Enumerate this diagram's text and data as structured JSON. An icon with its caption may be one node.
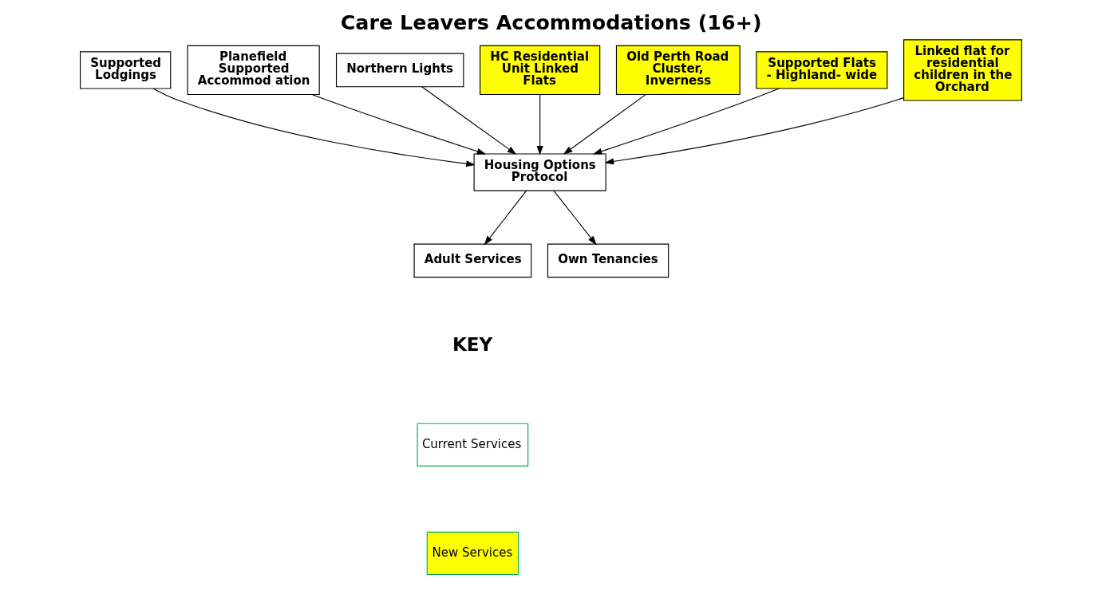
{
  "diagram": {
    "title": "Care Leavers Accommodations (16+)",
    "nodes": [
      {
        "text": [
          "Supported Lodgings"
        ]
      },
      {
        "text": [
          "Planefield Supported Accommod ation"
        ]
      },
      {
        "text": [
          "Northern Lights"
        ]
      },
      {
        "text": [
          "HC Residential Unit Linked Flats"
        ]
      },
      {
        "text": [
          "Old Perth Road Cluster, Inverness"
        ]
      },
      {
        "text": [
          "Supported Flats - Highland- wide"
        ]
      },
      {
        "text": [
          "Linked flat for residential children in the Orchard"
        ]
      },
      {
        "text": [
          "Housing Options Protocol"
        ]
      },
      {
        "text": [
          "Adult Services"
        ]
      },
      {
        "text": [
          "Own Tenancies"
        ]
      }
    ],
    "edges": [
      {
        "from": 0,
        "to": 7,
        "arrow": "to"
      },
      {
        "from": 1,
        "to": 7,
        "arrow": "to"
      },
      {
        "from": 2,
        "to": 7,
        "arrow": "to"
      },
      {
        "from": 3,
        "to": 7,
        "arrow": "to"
      },
      {
        "from": 4,
        "to": 7,
        "arrow": "to"
      },
      {
        "from": 5,
        "to": 7,
        "arrow": "to"
      },
      {
        "from": 6,
        "to": 7,
        "arrow": "to"
      },
      {
        "from": 7,
        "to": 8,
        "arrow": "to"
      },
      {
        "from": 7,
        "to": 9,
        "arrow": "to"
      }
    ],
    "labels": [
      "KEY"
    ],
    "legend": [
      {
        "text": "Current Services",
        "color": "#ffffff"
      },
      {
        "text": "New Services",
        "color": "#ffff00"
      }
    ]
  }
}
